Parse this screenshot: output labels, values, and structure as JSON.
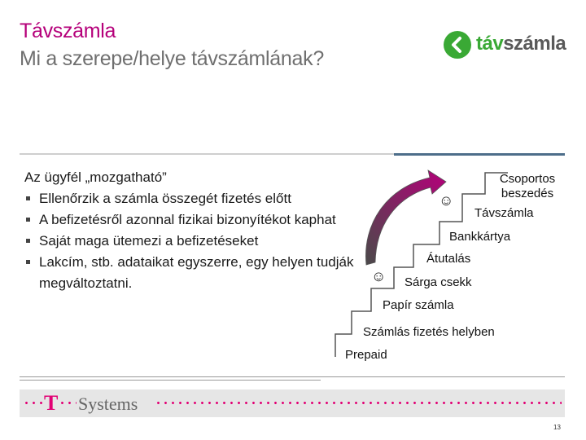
{
  "header": {
    "title": "Távszámla",
    "subtitle": "Mi a szerepe/helye távszámlának?"
  },
  "logo": {
    "text_part1": "táv",
    "text_part2": "számla",
    "icon": "tavszamla-logo-icon"
  },
  "main": {
    "lead": "Az ügyfél „mozgatható”",
    "bullets": [
      "Ellenőrzik a számla összegét fizetés előtt",
      "A befizetésről azonnal fizikai bizonyítékot kaphat",
      "Saját maga ütemezi a befizetéseket",
      "Lakcím, stb. adataikat egyszerre, egy helyen tudják megváltoztatni."
    ]
  },
  "staircase": {
    "steps": [
      "Prepaid",
      "Számlás fizetés helyben",
      "Papír számla",
      "Sárga csekk",
      "Átutalás",
      "Bankkártya",
      "Távszámla",
      "Csoportos beszedés"
    ],
    "smiley": "☺"
  },
  "footer": {
    "brand_t": "T",
    "brand_name": "Systems",
    "page_number": "13",
    "accent_color": "#e20074"
  }
}
